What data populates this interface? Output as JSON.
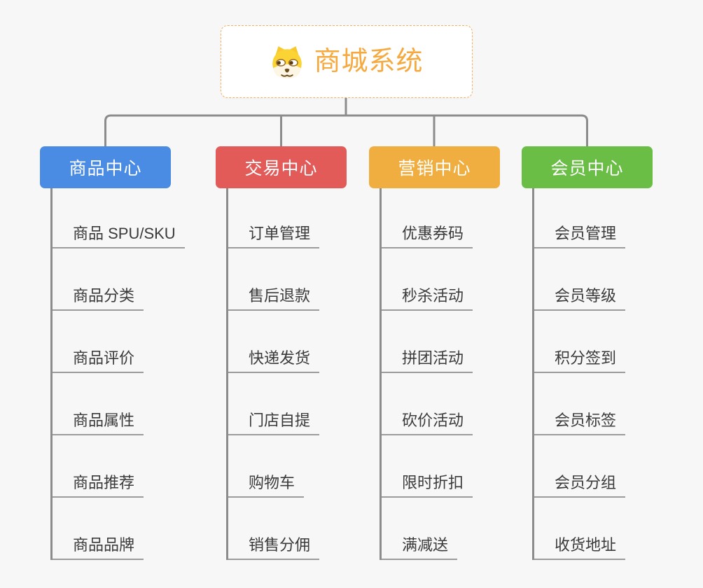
{
  "root": {
    "label": "商城系统",
    "icon": "dog-icon",
    "text_color": "#F5A93F",
    "border_color": "#F2B261",
    "background": "#FFFFFF"
  },
  "connector_color": "#8C8C8C",
  "underline_color": "#9B9B9B",
  "background_color": "#F7F7F7",
  "columns": [
    {
      "label": "商品中心",
      "color": "#4A8BE4",
      "items": [
        "商品 SPU/SKU",
        "商品分类",
        "商品评价",
        "商品属性",
        "商品推荐",
        "商品品牌"
      ]
    },
    {
      "label": "交易中心",
      "color": "#E25B59",
      "items": [
        "订单管理",
        "售后退款",
        "快递发货",
        "门店自提",
        "购物车",
        "销售分佣"
      ]
    },
    {
      "label": "营销中心",
      "color": "#EFAE3F",
      "items": [
        "优惠券码",
        "秒杀活动",
        "拼团活动",
        "砍价活动",
        "限时折扣",
        "满减送"
      ]
    },
    {
      "label": "会员中心",
      "color": "#6ABD45",
      "items": [
        "会员管理",
        "会员等级",
        "积分签到",
        "会员标签",
        "会员分组",
        "收货地址"
      ]
    }
  ]
}
